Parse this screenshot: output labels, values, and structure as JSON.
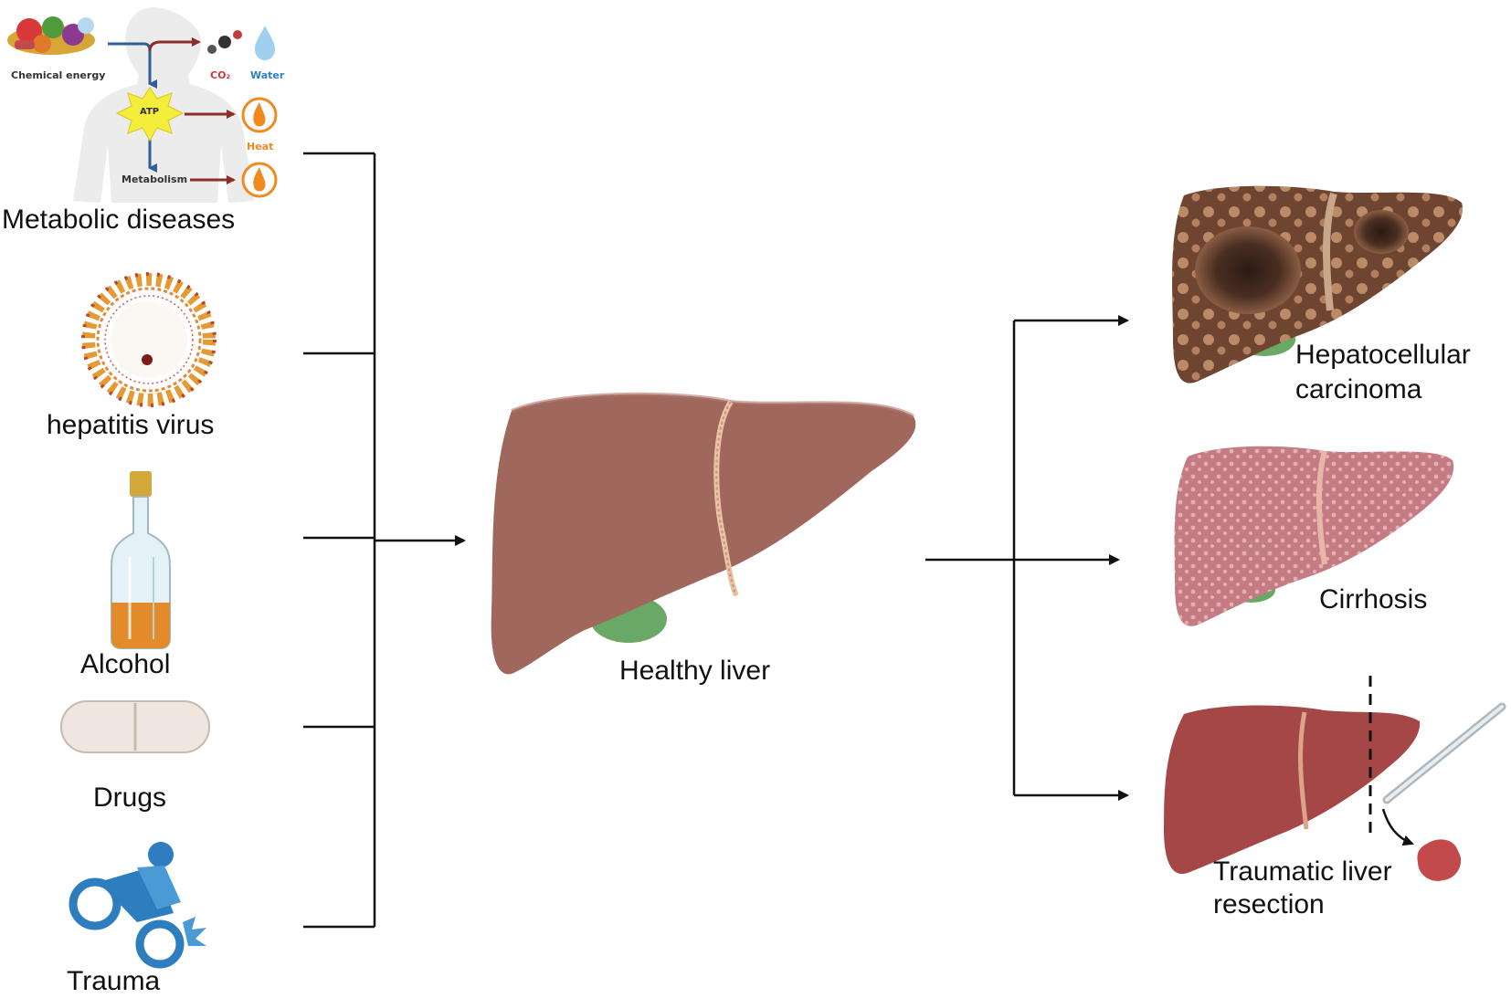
{
  "causes": {
    "metabolic": {
      "label": "Metabolic diseases",
      "inset": {
        "food_caption": "Chemical energy",
        "co2": "CO₂",
        "water": "Water",
        "atp": "ATP",
        "heat": "Heat",
        "metabolism": "Metabolism"
      }
    },
    "virus": {
      "label": "hepatitis virus"
    },
    "alcohol": {
      "label": "Alcohol"
    },
    "drugs": {
      "label": "Drugs"
    },
    "trauma": {
      "label": "Trauma"
    }
  },
  "center": {
    "label": "Healthy liver"
  },
  "outcomes": {
    "hcc": {
      "line1": "Hepatocellular",
      "line2": "carcinoma"
    },
    "cirrhosis": {
      "label": "Cirrhosis"
    },
    "resection": {
      "line1": "Traumatic liver",
      "line2": "resection"
    }
  },
  "colors": {
    "healthy_liver": "#a0675c",
    "hcc_liver": "#6e4530",
    "cirrhosis_liver": "#c47b83",
    "resection_liver": "#a44746",
    "gallbladder": "#6aa866",
    "arrow_dark": "#8e2b2b",
    "blue_arrow": "#2f5f9a",
    "heat_orange": "#ef8a1f",
    "trauma_blue": "#2e7dbf"
  }
}
